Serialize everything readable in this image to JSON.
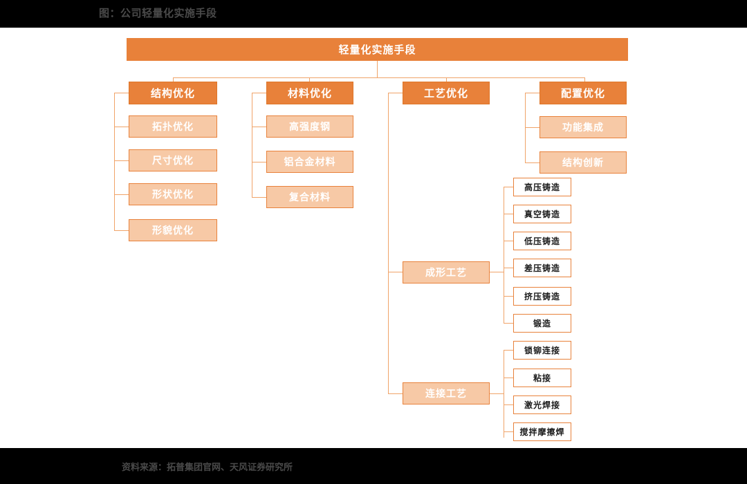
{
  "header": {
    "title": "图：公司轻量化实施手段"
  },
  "footer": {
    "source": "资料来源：拓普集团官网、天风证券研究所"
  },
  "colors": {
    "band": "#000000",
    "accent": "#E8813A",
    "accent_light": "#F7C9A6",
    "connector": "#F0A368",
    "leaf_fill": "#ffffff",
    "header_text": "#4a4a4a"
  },
  "diagram": {
    "root": {
      "label": "轻量化实施手段"
    },
    "branches": [
      {
        "label": "结构优化",
        "children": [
          {
            "label": "拓扑优化"
          },
          {
            "label": "尺寸优化"
          },
          {
            "label": "形状优化"
          },
          {
            "label": "形貌优化"
          }
        ]
      },
      {
        "label": "材料优化",
        "children": [
          {
            "label": "高强度钢"
          },
          {
            "label": "铝合金材料"
          },
          {
            "label": "复合材料"
          }
        ]
      },
      {
        "label": "工艺优化",
        "children": [
          {
            "label": "成形工艺",
            "children": [
              {
                "label": "高压铸造"
              },
              {
                "label": "真空铸造"
              },
              {
                "label": "低压铸造"
              },
              {
                "label": "差压铸造"
              },
              {
                "label": "挤压铸造"
              },
              {
                "label": "锻造"
              }
            ]
          },
          {
            "label": "连接工艺",
            "children": [
              {
                "label": "锁铆连接"
              },
              {
                "label": "粘接"
              },
              {
                "label": "激光焊接"
              },
              {
                "label": "搅拌摩擦焊"
              }
            ]
          }
        ]
      },
      {
        "label": "配置优化",
        "children": [
          {
            "label": "功能集成"
          },
          {
            "label": "结构创新"
          }
        ]
      }
    ]
  }
}
